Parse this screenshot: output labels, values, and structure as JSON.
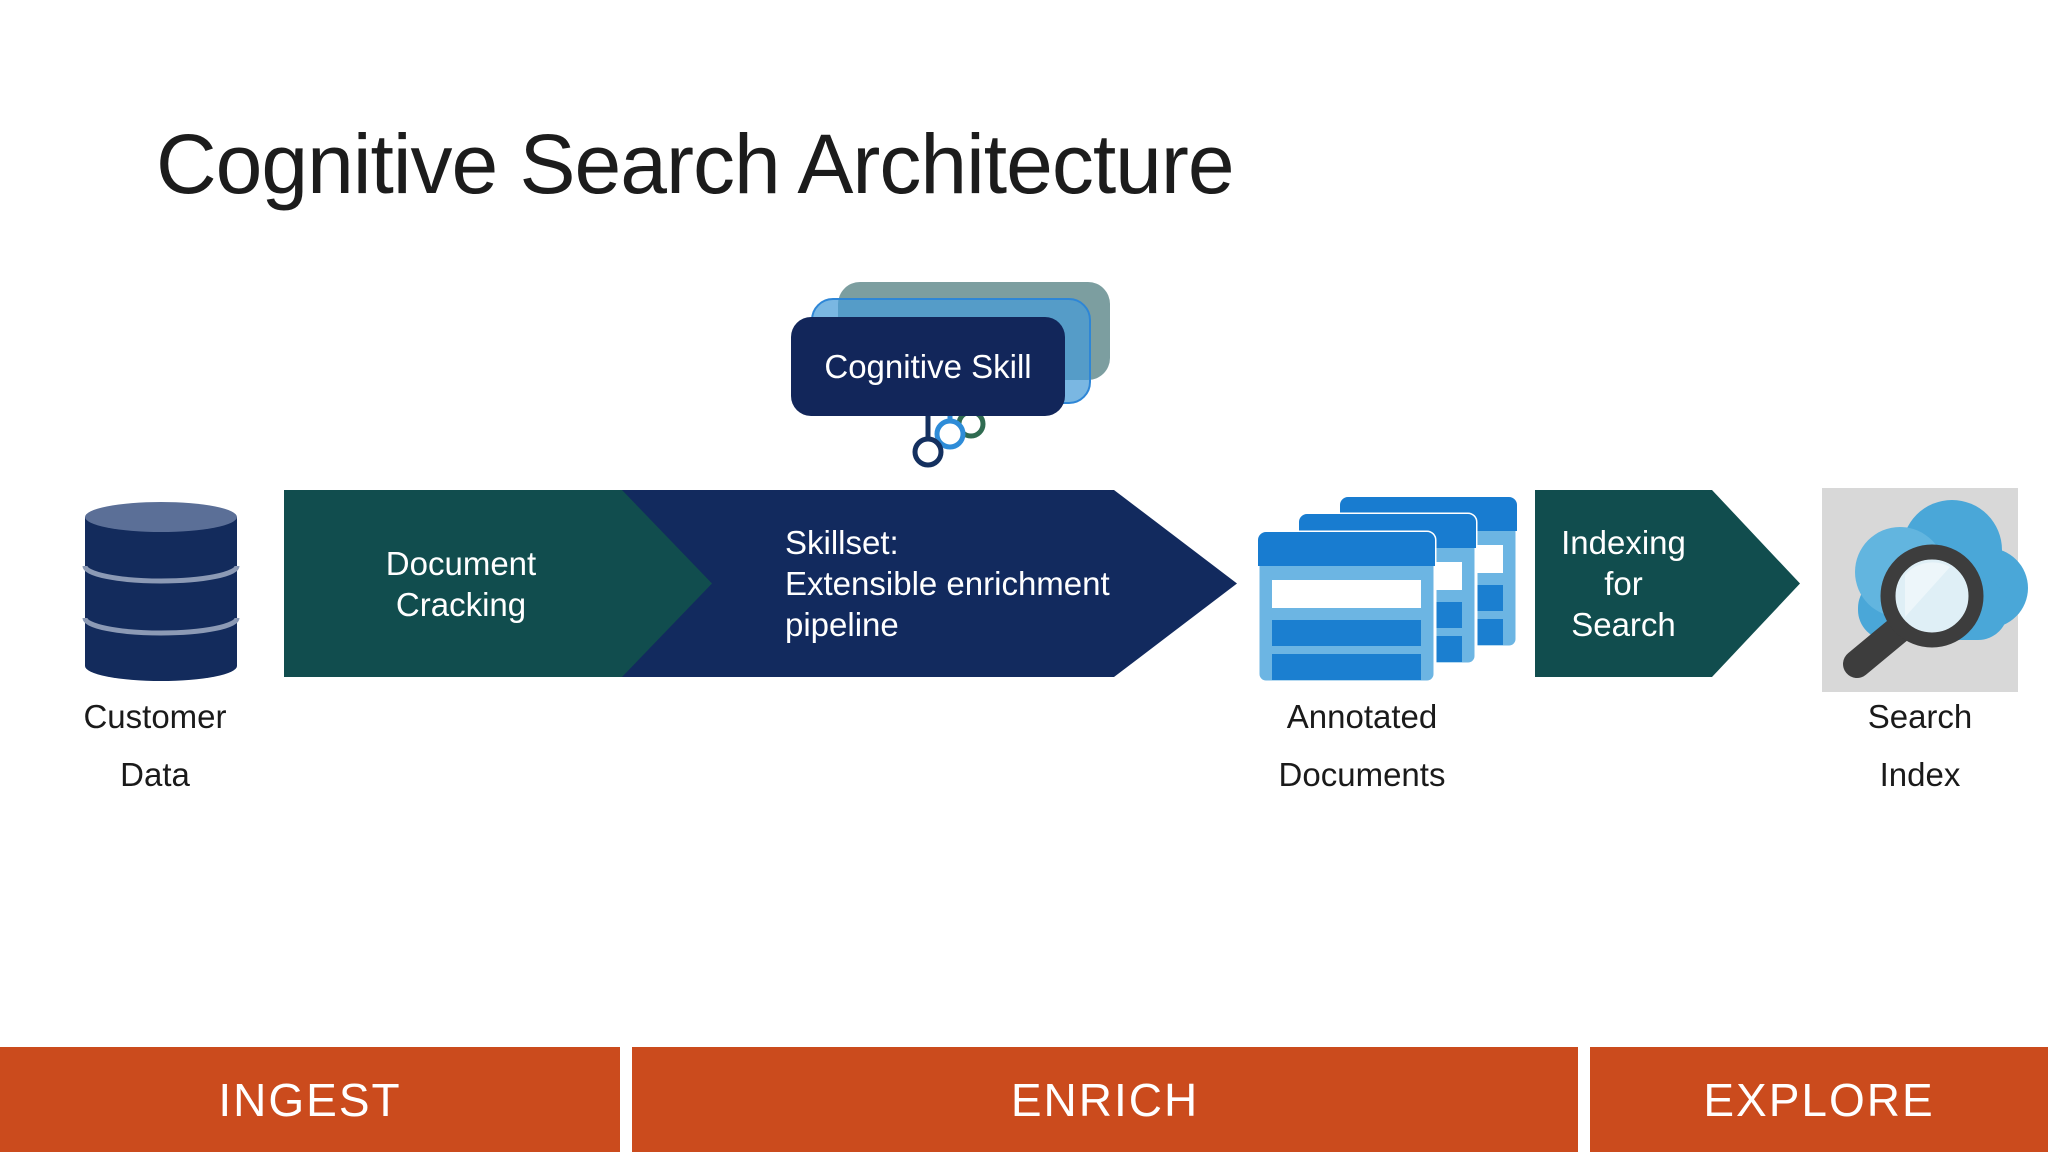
{
  "slide": {
    "title": "Cognitive Search Architecture"
  },
  "cognitive_skill": {
    "label": "Cognitive Skill"
  },
  "nodes": {
    "customer_data": {
      "line1": "Customer",
      "line2": "Data"
    },
    "annotated_documents": {
      "line1": "Annotated",
      "line2": "Documents"
    },
    "search_index": {
      "line1": "Search",
      "line2": "Index"
    }
  },
  "arrows": {
    "document_cracking": {
      "line1": "Document",
      "line2": "Cracking"
    },
    "skillset": {
      "line1": "Skillset:",
      "line2": "Extensible enrichment",
      "line3": "pipeline"
    },
    "indexing": {
      "line1": "Indexing",
      "line2": "for",
      "line3": "Search"
    }
  },
  "stages": [
    {
      "label": "INGEST"
    },
    {
      "label": "ENRICH"
    },
    {
      "label": "EXPLORE"
    }
  ],
  "icons": {
    "customer_data": "database-cylinder-icon",
    "annotated_documents": "stacked-documents-icon",
    "search_index": "cloud-magnifier-icon",
    "cognitive_skill_connectors": "linked-node-rings-icon"
  },
  "colors": {
    "teal_arrow": "#114D4E",
    "navy_arrow": "#122A5E",
    "card_navy": "#12265A",
    "card_sage": "#7C9EA0",
    "card_blue_border": "#2E86D6",
    "stage_orange": "#CB4B1D",
    "doc_blue_light": "#6CB5E3",
    "doc_blue_dark": "#187CD0",
    "cylinder_navy": "#132B5C",
    "cylinder_top": "#5B6F97",
    "ring_navy": "#14305F",
    "ring_blue": "#2E8CD8",
    "ring_green": "#2F6B51",
    "icon_bg_gray": "#D8D8D8",
    "cloud_blue": "#4AA7D8",
    "magnifier_dark": "#3D3D3D"
  }
}
